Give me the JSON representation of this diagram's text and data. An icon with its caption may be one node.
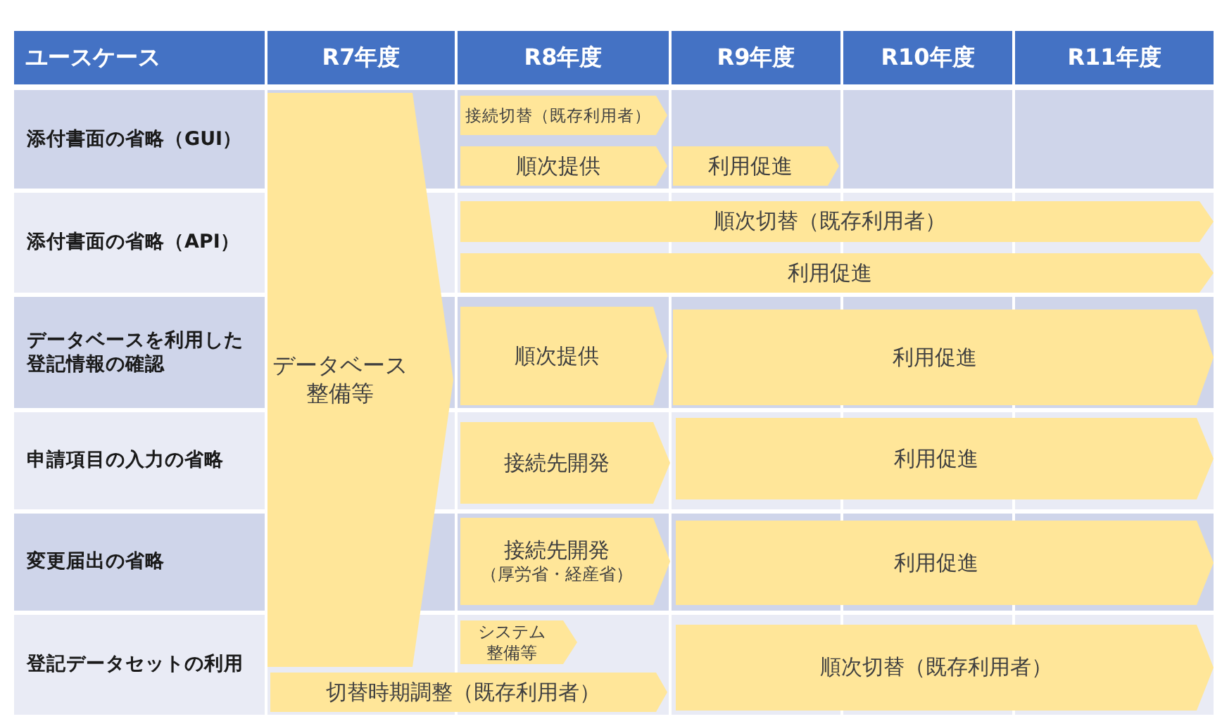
{
  "diagram": {
    "nodes": [
      {
        "text": [
          "データベース整備等"
        ]
      },
      {
        "text": [
          "接続切替（既存利用者）"
        ]
      },
      {
        "text": [
          "順次提供"
        ]
      },
      {
        "text": [
          "利用促進"
        ]
      },
      {
        "text": [
          "順次切替（既存利用者）"
        ]
      },
      {
        "text": [
          "利用促進"
        ]
      },
      {
        "text": [
          "順次提供"
        ]
      },
      {
        "text": [
          "利用促進"
        ]
      },
      {
        "text": [
          "接続先開発"
        ]
      },
      {
        "text": [
          "利用促進"
        ]
      },
      {
        "text": [
          "接続先開発",
          "（厚労省・経産省）"
        ]
      },
      {
        "text": [
          "利用促進"
        ]
      },
      {
        "text": [
          "システム整備等"
        ]
      },
      {
        "text": [
          "順次切替（既存利用者）"
        ]
      },
      {
        "text": [
          "切替時期調整（既存利用者）"
        ]
      }
    ],
    "labels": [
      "ユースケース",
      "R7年度",
      "R8年度",
      "R9年度",
      "R10年度",
      "R11年度",
      "添付書面の省略（GUI）",
      "添付書面の省略（API）",
      "データベースを利用した登記情報の確認",
      "申請項目の入力の省略",
      "変更届出の省略",
      "登記データセットの利用"
    ]
  }
}
